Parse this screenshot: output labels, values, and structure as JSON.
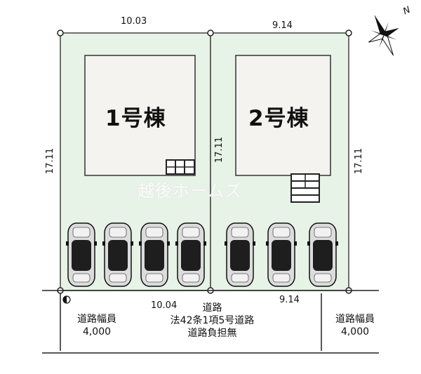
{
  "plan": {
    "dimensions": {
      "lot1_top": "10.03",
      "lot2_top": "9.14",
      "lot1_left": "17.11",
      "lot2_left": "17.11",
      "lot2_right": "17.11",
      "road_lot1": "10.04",
      "road_lot2": "9.14"
    },
    "buildings": [
      {
        "label": "1号棟"
      },
      {
        "label": "2号棟"
      }
    ],
    "road": {
      "line1": "道路",
      "line2": "法42条1項5号道路",
      "line3": "道路負担無"
    },
    "road_width_left": {
      "title": "道路幅員",
      "value": "4,000"
    },
    "road_width_right": {
      "title": "道路幅員",
      "value": "4,000"
    },
    "watermark": "越後ホームズ",
    "compass": {
      "north": "N"
    },
    "parking_spaces_count": 7,
    "colors": {
      "lot_fill": "#e6f3e6",
      "building_fill": "#f5f3ef",
      "line": "#333333"
    }
  }
}
